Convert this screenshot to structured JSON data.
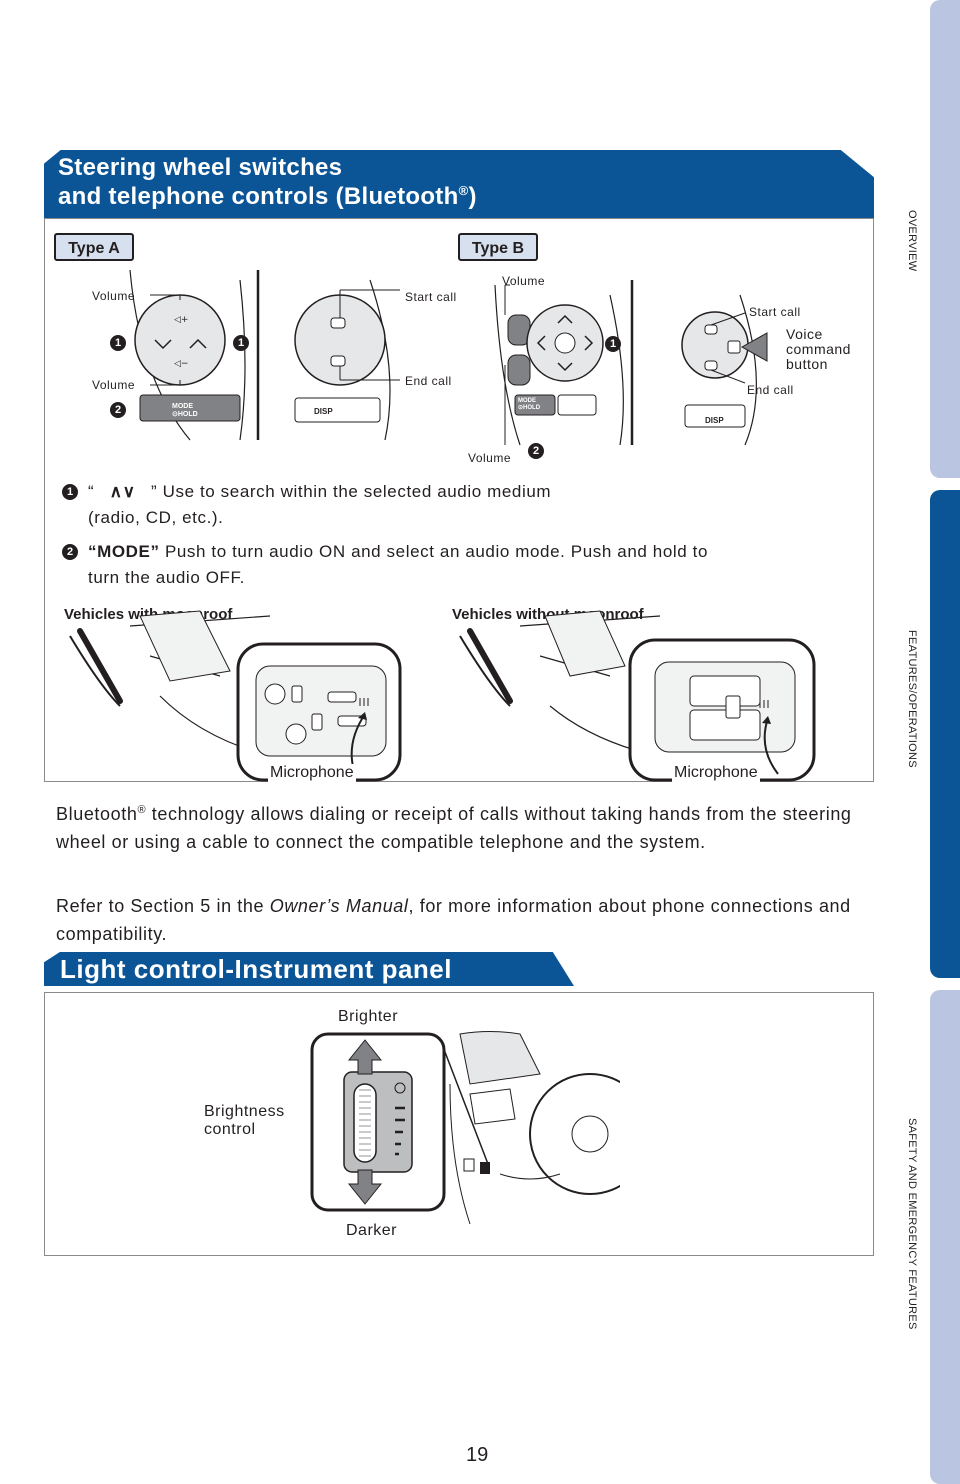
{
  "side_tabs": {
    "overview": "OVERVIEW",
    "features": "FEATURES/OPERATIONS",
    "safety": "SAFETY AND EMERGENCY FEATURES"
  },
  "section1": {
    "title_line1": "Steering wheel switches",
    "title_line2": "and telephone controls (Bluetooth",
    "title_reg": "®",
    "title_close": ")",
    "type_a": "Type A",
    "type_b": "Type B",
    "labels": {
      "volume": "Volume",
      "start_call": "Start call",
      "end_call": "End call",
      "voice_command": "Voice\ncommand\nbutton",
      "disp": "DISP",
      "mode": "MODE\n⊙HOLD"
    },
    "bullets": {
      "one": "1",
      "two": "2"
    },
    "item1_open": "“",
    "item1_glyph": "∧∨",
    "item1_close": "”",
    "item1_text": "Use to search within the selected audio medium",
    "item1_text2": "(radio, CD, etc.).",
    "item2_bold": "“MODE”",
    "item2_text": "Push to turn audio ON and select an audio mode. Push and hold to",
    "item2_text2": "turn the audio OFF.",
    "moonroof_with": "Vehicles with moonroof",
    "moonroof_without": "Vehicles without moonroof",
    "microphone": "Microphone"
  },
  "paragraph1_a": "Bluetooth",
  "paragraph1_reg": "®",
  "paragraph1_b": " technology allows dialing or receipt of calls without taking hands from the steering wheel or using a cable to connect the compatible telephone and the system.",
  "paragraph2_a": "Refer to Section 5 in the ",
  "paragraph2_italic": "Owner’s Manual",
  "paragraph2_b": ", for more information about phone connections and compatibility.",
  "section2": {
    "title": "Light control-Instrument panel",
    "brighter": "Brighter",
    "darker": "Darker",
    "brightness": "Brightness\ncontrol"
  },
  "page_number": "19",
  "colors": {
    "brand_blue": "#0b5596",
    "tab_light": "#b7c4e0",
    "tab_active": "#0b5596"
  }
}
